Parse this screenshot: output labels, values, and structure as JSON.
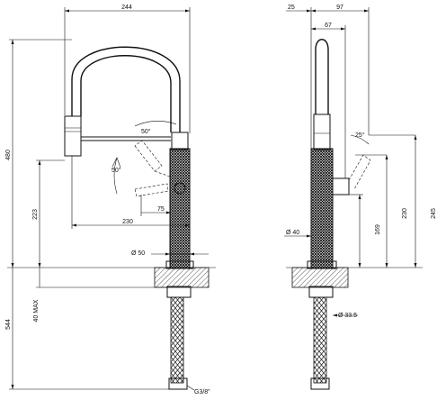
{
  "dimensions": {
    "front": {
      "width_top": "244",
      "height_total": "480",
      "height_223": "223",
      "reach_230": "230",
      "angle_upper": "50°",
      "angle_lower": "50°",
      "offset_75": "75",
      "dia_50": "Ø 50",
      "deck_40max": "40 MAX",
      "below_544": "544",
      "thread": "G3/8\""
    },
    "side": {
      "offset_25": "25",
      "width_97": "97",
      "width_67": "67",
      "angle_25": "25°",
      "height_230": "230",
      "height_245": "245",
      "height_169": "169",
      "dia_40": "Ø 40",
      "dia_33_5": "Ø 33.5"
    }
  }
}
